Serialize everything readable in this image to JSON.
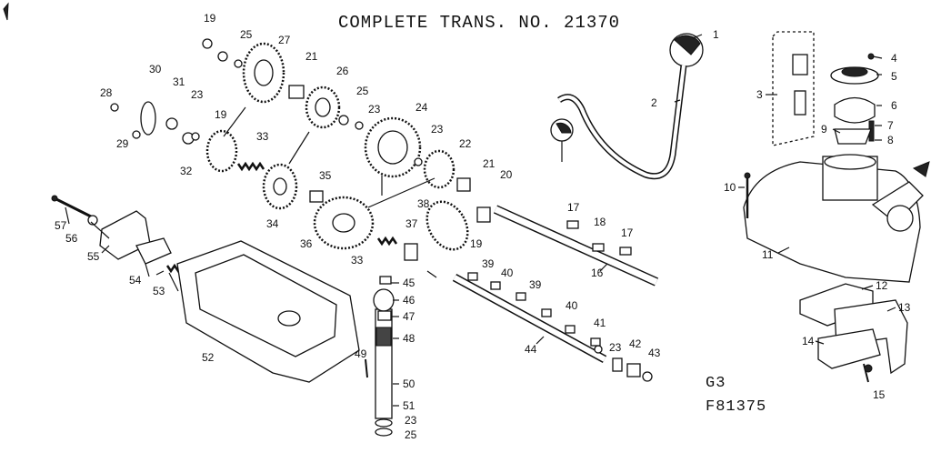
{
  "title": "COMPLETE TRANS. NO. 21370",
  "codes": [
    "G3",
    "F81375"
  ],
  "callouts": [
    {
      "num": "1"
    },
    {
      "num": "2"
    },
    {
      "num": "3"
    },
    {
      "num": "4"
    },
    {
      "num": "5"
    },
    {
      "num": "6"
    },
    {
      "num": "7"
    },
    {
      "num": "8"
    },
    {
      "num": "9"
    },
    {
      "num": "10"
    },
    {
      "num": "11"
    },
    {
      "num": "12"
    },
    {
      "num": "13"
    },
    {
      "num": "14"
    },
    {
      "num": "15"
    },
    {
      "num": "16"
    },
    {
      "num": "17"
    },
    {
      "num": "18"
    },
    {
      "num": "17"
    },
    {
      "num": "19"
    },
    {
      "num": "19"
    },
    {
      "num": "19"
    },
    {
      "num": "20"
    },
    {
      "num": "21"
    },
    {
      "num": "21"
    },
    {
      "num": "22"
    },
    {
      "num": "23"
    },
    {
      "num": "23"
    },
    {
      "num": "23"
    },
    {
      "num": "23"
    },
    {
      "num": "23"
    },
    {
      "num": "24"
    },
    {
      "num": "25"
    },
    {
      "num": "25"
    },
    {
      "num": "25"
    },
    {
      "num": "26"
    },
    {
      "num": "27"
    },
    {
      "num": "28"
    },
    {
      "num": "29"
    },
    {
      "num": "30"
    },
    {
      "num": "31"
    },
    {
      "num": "32"
    },
    {
      "num": "33"
    },
    {
      "num": "33"
    },
    {
      "num": "34"
    },
    {
      "num": "35"
    },
    {
      "num": "36"
    },
    {
      "num": "37"
    },
    {
      "num": "38"
    },
    {
      "num": "39"
    },
    {
      "num": "39"
    },
    {
      "num": "40"
    },
    {
      "num": "40"
    },
    {
      "num": "41"
    },
    {
      "num": "42"
    },
    {
      "num": "43"
    },
    {
      "num": "44"
    },
    {
      "num": "45"
    },
    {
      "num": "46"
    },
    {
      "num": "47"
    },
    {
      "num": "48"
    },
    {
      "num": "49"
    },
    {
      "num": "50"
    },
    {
      "num": "51"
    },
    {
      "num": "52"
    },
    {
      "num": "53"
    },
    {
      "num": "54"
    },
    {
      "num": "55"
    },
    {
      "num": "56"
    },
    {
      "num": "57"
    }
  ]
}
